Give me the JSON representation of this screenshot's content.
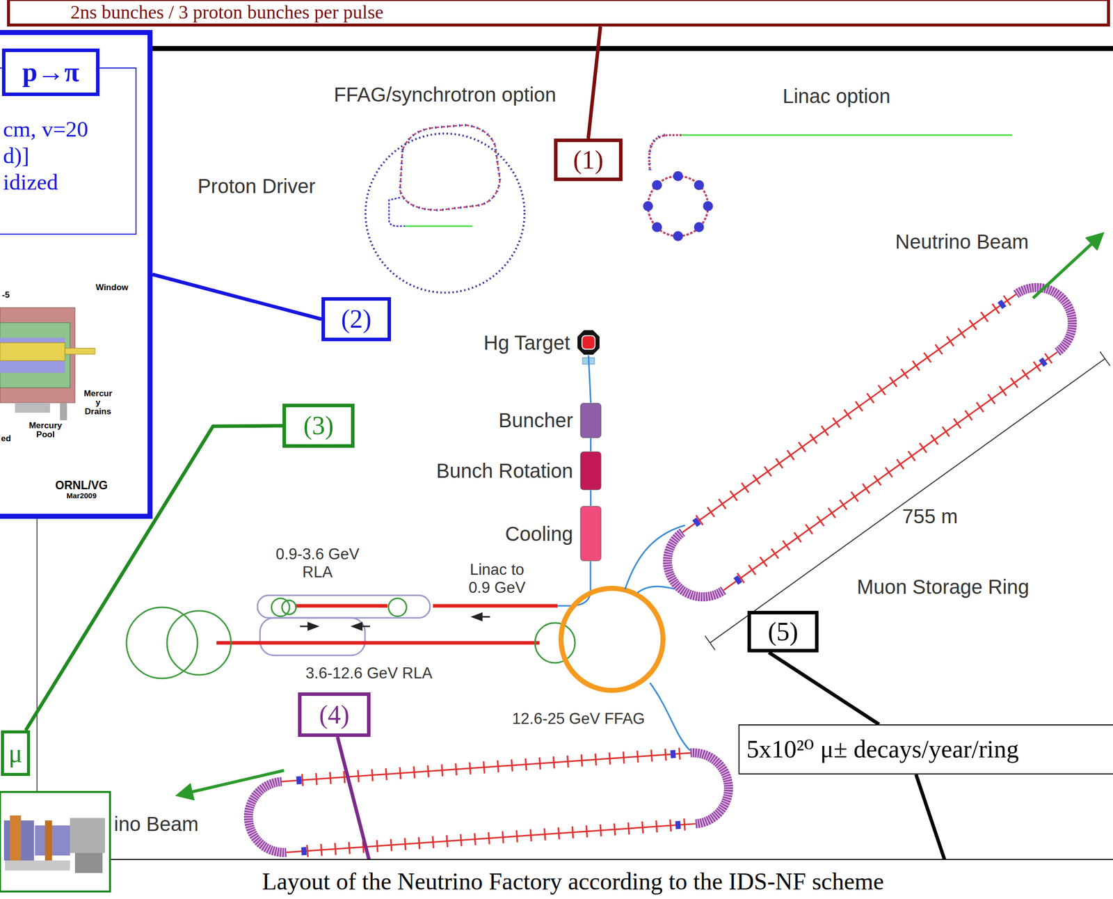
{
  "diagram": {
    "caption": "Layout of the Neutrino Factory according to the IDS-NF scheme",
    "nodes": [
      {
        "text": [
          "2ns bunches / 3 proton bunches per pulse"
        ]
      },
      {
        "text": [
          "-5",
          "Window",
          "Mercur y Drains",
          "Mercury Pool",
          "ed",
          "ORNL/VG",
          "Mar2009"
        ]
      },
      {
        "text": [
          "p→π"
        ],
        "in": 1
      },
      {
        "text": [
          "cm, v=20",
          "d)]",
          "idized"
        ],
        "in": 1
      },
      {
        "text": [
          "(1)"
        ]
      },
      {
        "text": [
          "(2)"
        ]
      },
      {
        "text": [
          "(3)"
        ]
      },
      {
        "text": [
          "Hg Target"
        ]
      },
      {
        "text": [
          "Buncher"
        ]
      },
      {
        "text": [
          "Bunch Rotation"
        ]
      },
      {
        "text": [
          "Cooling"
        ]
      },
      {
        "text": [
          "(4)"
        ]
      },
      {
        "text": [
          "(5)"
        ]
      },
      {
        "text": [
          "μ"
        ]
      },
      {
        "text": [
          "5x10²⁰ μ± decays/year/ring"
        ]
      }
    ],
    "edges": [
      {
        "from": 4,
        "to": 0,
        "arrow": "none"
      },
      {
        "from": 5,
        "to": 1,
        "arrow": "none"
      },
      {
        "from": 6,
        "to": 13,
        "arrow": "none"
      },
      {
        "from": 7,
        "to": 8,
        "arrow": "none"
      },
      {
        "from": 8,
        "to": 9,
        "arrow": "none"
      },
      {
        "from": 9,
        "to": 10,
        "arrow": "none"
      },
      {
        "from": 12,
        "to": 14,
        "arrow": "none"
      }
    ],
    "labels": [
      "FFAG/synchrotron option",
      "Linac option",
      "Proton Driver",
      "Neutrino Beam",
      "755 m",
      "0.9-3.6 GeV RLA",
      "Linac to 0.9 GeV",
      "Muon Storage Ring",
      "3.6-12.6 GeV RLA",
      "12.6-25 GeV FFAG",
      "ino Beam"
    ]
  }
}
